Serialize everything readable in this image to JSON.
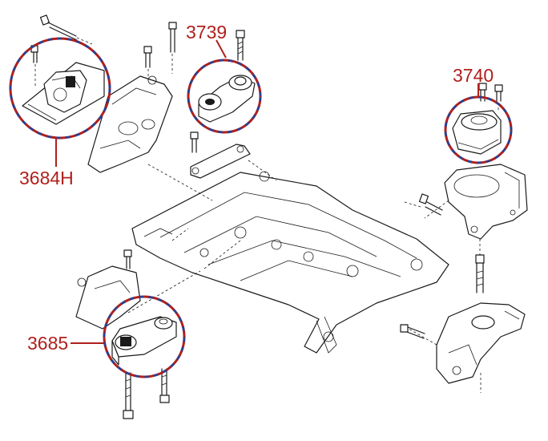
{
  "callouts": {
    "top_left": "3684H",
    "top_center": "3739",
    "right": "3740",
    "bottom_left": "3685"
  },
  "colors": {
    "label": "#b0201c",
    "callout_ring_primary": "#2a3f8f",
    "callout_ring_secondary": "#b0201c",
    "line_art": "#1a1a1a",
    "background": "#ffffff"
  }
}
